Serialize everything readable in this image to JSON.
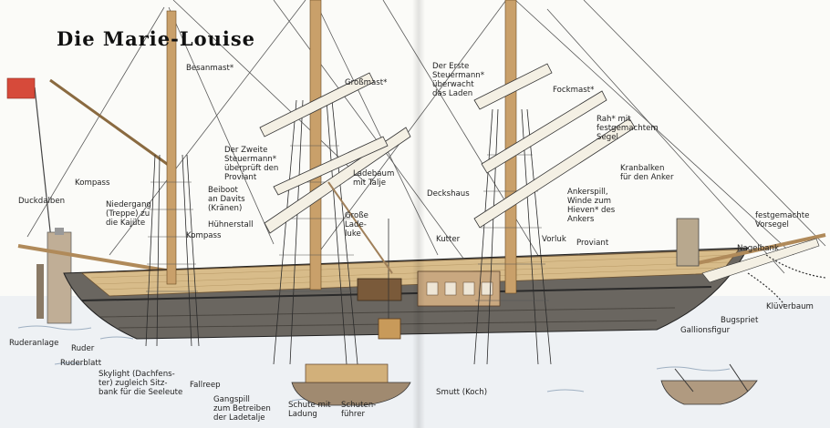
{
  "title": "Die Marie-Louise",
  "colors": {
    "flag": "#d64a3a",
    "hull": "#6a6660",
    "deck": "#d8bc8a",
    "mast": "#c9a06a",
    "sail": "#f4f0e4",
    "water": "#c9d4e0",
    "ink": "#222222"
  },
  "labels": {
    "besanmast": "Besanmast*",
    "grossmast": "Großmast*",
    "erster_steuermann": "Der Erste\nSteuermann*\nüberwacht\ndas Laden",
    "fockmast": "Fockmast*",
    "rah": "Rah* mit\nfestgemachtem\nSegel",
    "zweiter_steuermann": "Der Zweite\nSteuermann*\nüberprüft den\nProviant",
    "ladebaum": "Ladebaum\nmit Talje",
    "kranbalken": "Kranbalken\nfür den Anker",
    "beiboot": "Beiboot\nan Davits\n(Kränen)",
    "kompass_top": "Kompass",
    "niedergang": "Niedergang\n(Treppe) zu\ndie Kajüte",
    "duckdalben": "Duckdalben",
    "deckshaus": "Deckshaus",
    "ankerspill": "Ankerspill,\nWinde zum\nHieven* des\nAnkers",
    "festgemachte_vorsegel": "festgemachte\nVorsegel",
    "grosse_ladeluke": "Große\nLade-\nluke",
    "huehnerstall": "Hühnerstall",
    "kompass_deck": "Kompass",
    "kutter": "Kutter",
    "vorluk": "Vorluk",
    "proviant": "Proviant",
    "nagelbank": "Nagelbank",
    "klueverbaum": "Klüverbaum",
    "bugspriet": "Bugspriet",
    "gallionsfigur": "Gallionsfigur",
    "ruderanlage": "Ruderanlage",
    "ruder": "Ruder",
    "ruderblatt": "Ruderblatt",
    "skylight": "Skylight (Dachfens-\nter) zugleich Sitz-\nbank für die Seeleute",
    "fallreep": "Fallreep",
    "gangspill": "Gangspill\nzum Betreiben\nder Ladetalje",
    "schute": "Schute mit\nLadung",
    "schutenfuehrer": "Schuten-\nführer",
    "smutt": "Smutt (Koch)"
  }
}
